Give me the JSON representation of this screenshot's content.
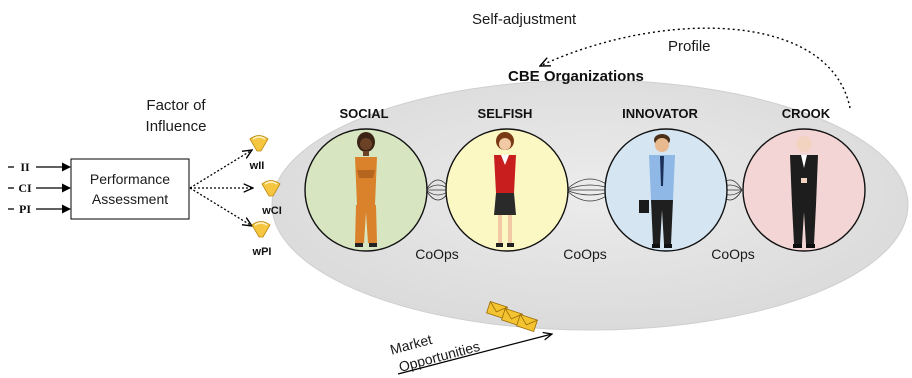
{
  "inputs": [
    "II",
    "CI",
    "PI"
  ],
  "assessment_label": [
    "Performance",
    "Assessment"
  ],
  "factor_label": [
    "Factor of",
    "Influence"
  ],
  "weights": [
    "wII",
    "wCI",
    "wPI"
  ],
  "self_adjustment": "Self-adjustment",
  "profile": "Profile",
  "cbe_title": "CBE Organizations",
  "profiles": [
    "SOCIAL",
    "SELFISH",
    "INNOVATOR",
    "CROOK"
  ],
  "coops": [
    "CoOps",
    "CoOps",
    "CoOps"
  ],
  "market_label": [
    "Market",
    "Opportunities"
  ],
  "colors": {
    "cbe_ellipse": "#e3e3e3",
    "social_circle": "#d7e6c0",
    "selfish_circle": "#fbf8c4",
    "innovator_circle": "#d5e6f2",
    "crook_circle": "#f3d5d5",
    "weight_icon": "#f7c641",
    "envelope": "#f3c332"
  },
  "icons": [
    "funnel-weight-icon",
    "envelope-icon",
    "person-figure-icon"
  ]
}
